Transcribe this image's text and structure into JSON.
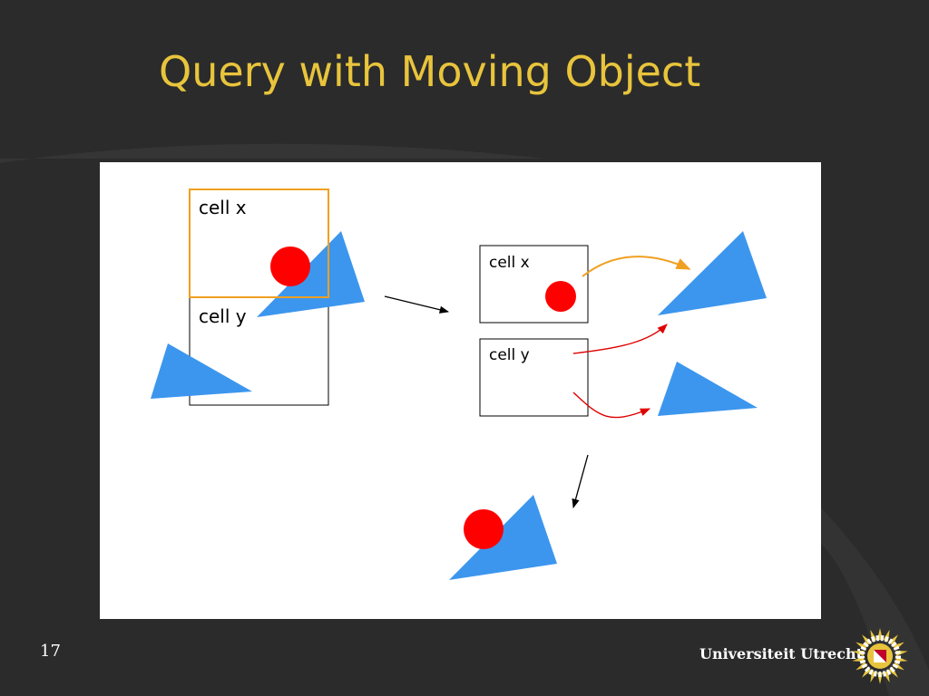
{
  "slide": {
    "title": "Query with Moving Object",
    "page_number": "17",
    "institution": "Universiteit Utrecht",
    "colors": {
      "background": "#2b2b2b",
      "title": "#e8c43c",
      "triangle": "#3c96ee",
      "circle": "#ff0000",
      "highlight_cell": "#f0a020",
      "red_arrow": "#e00000"
    }
  },
  "diagram": {
    "left_cell_x_label": "cell x",
    "left_cell_y_label": "cell y",
    "right_cell_x_label": "cell x",
    "right_cell_y_label": "cell y"
  }
}
